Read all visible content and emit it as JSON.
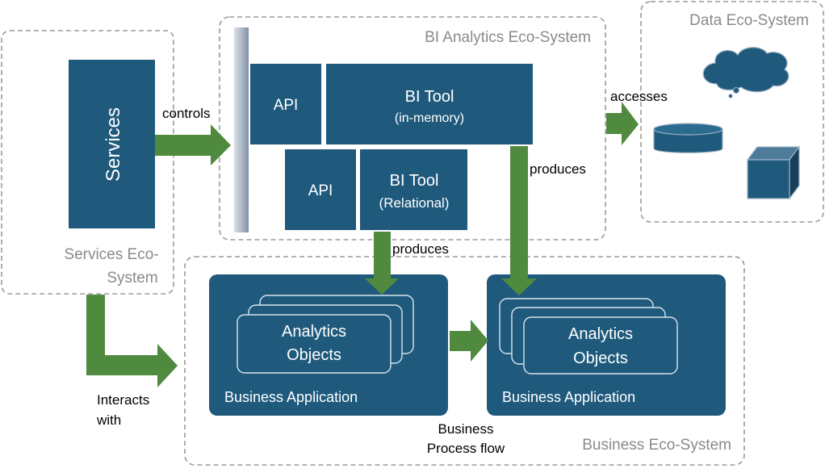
{
  "ecosystems": {
    "services": "Services Eco-",
    "services_line2": "System",
    "bi": "BI Analytics Eco-System",
    "data": "Data Eco-System",
    "business": "Business Eco-System"
  },
  "services_box": "Services",
  "api_top": "API",
  "bi_tool_mem": {
    "title": "BI Tool",
    "sub": "(in-memory)"
  },
  "api_bottom": "API",
  "bi_tool_rel": {
    "title": "BI Tool",
    "sub": "(Relational)"
  },
  "business_app_left": {
    "obj1": "Analytics",
    "obj2": "Objects",
    "label": "Business Application"
  },
  "business_app_right": {
    "obj1": "Analytics",
    "obj2": "Objects",
    "label": "Business Application"
  },
  "arrows": {
    "controls": "controls",
    "accesses": "accesses",
    "produces_right": "produces",
    "produces_bottom": "produces",
    "interacts1": "Interacts",
    "interacts2": "with",
    "flow1": "Business",
    "flow2": "Process flow"
  },
  "colors": {
    "box": "#1f5a7d",
    "arrow": "#4f8a3f",
    "dashed": "#9a9a9a"
  }
}
